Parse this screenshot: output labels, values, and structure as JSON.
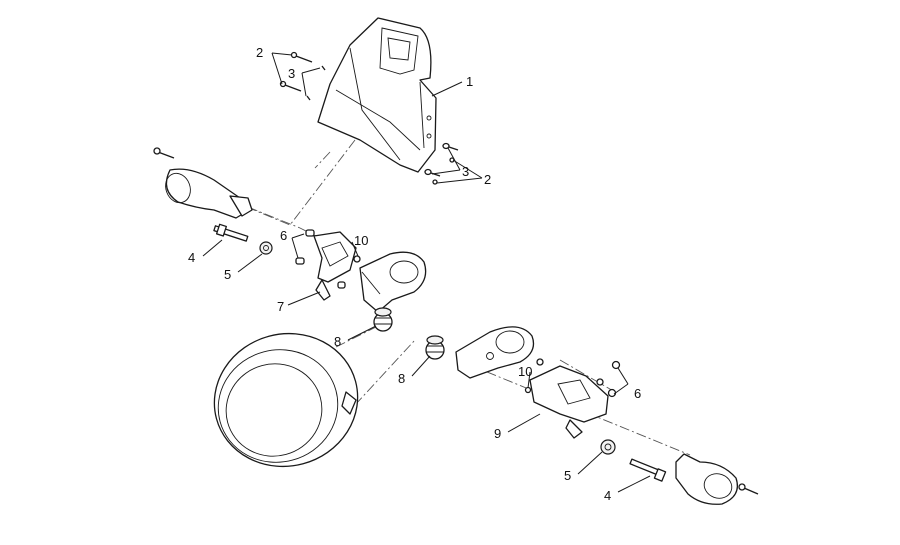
{
  "callouts": [
    {
      "id": "c1a",
      "text": "1"
    },
    {
      "id": "c2a",
      "text": "2"
    },
    {
      "id": "c3a",
      "text": "3"
    },
    {
      "id": "c3b",
      "text": "3"
    },
    {
      "id": "c2b",
      "text": "2"
    },
    {
      "id": "c4a",
      "text": "4"
    },
    {
      "id": "c5a",
      "text": "5"
    },
    {
      "id": "c6a",
      "text": "6"
    },
    {
      "id": "c7a",
      "text": "7"
    },
    {
      "id": "c10a",
      "text": "10"
    },
    {
      "id": "c8a",
      "text": "8"
    },
    {
      "id": "c8b",
      "text": "8"
    },
    {
      "id": "c10b",
      "text": "10"
    },
    {
      "id": "c6b",
      "text": "6"
    },
    {
      "id": "c9a",
      "text": "9"
    },
    {
      "id": "c5b",
      "text": "5"
    },
    {
      "id": "c4b",
      "text": "4"
    }
  ],
  "colors": {
    "line": "#1a1a1a",
    "background": "#ffffff"
  }
}
